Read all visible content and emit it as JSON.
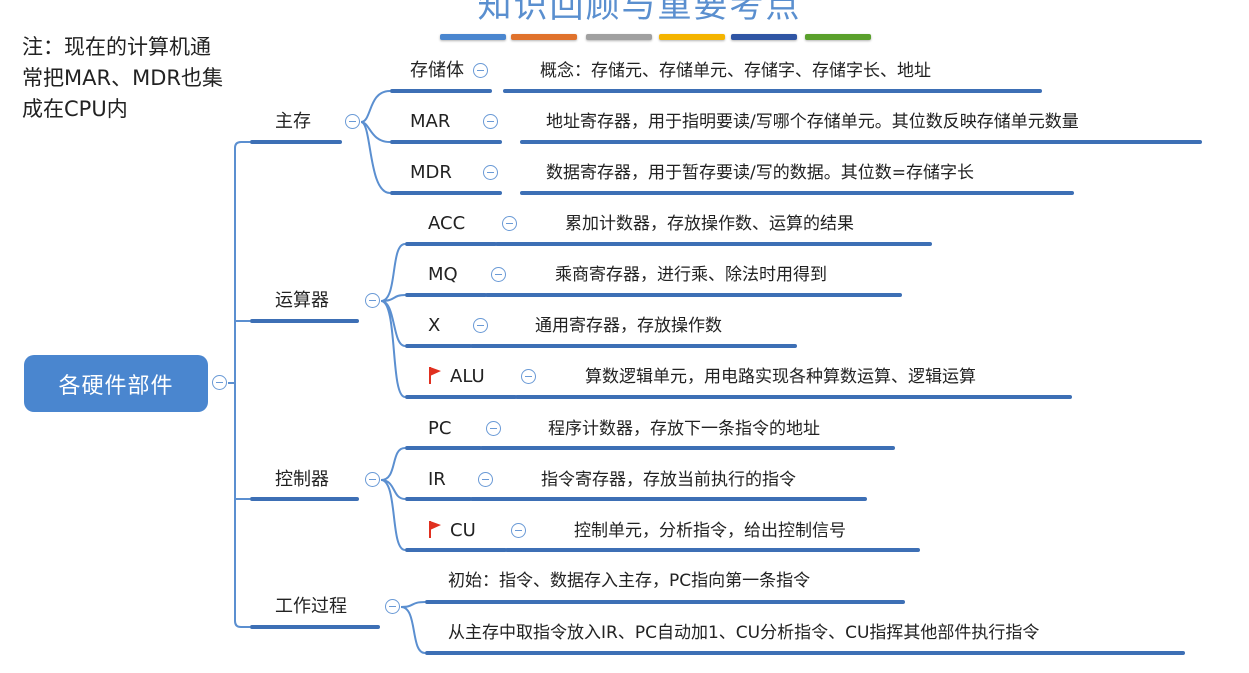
{
  "title": "知识回顾与重要考点",
  "color_bars": [
    "#4a86cf",
    "#e0722c",
    "#a0a0a0",
    "#f4b400",
    "#2f55a4",
    "#5aa02c"
  ],
  "note": [
    "注：现在的计算机通",
    "常把MAR、MDR也集",
    "成在CPU内"
  ],
  "root": {
    "label": "各硬件部件"
  },
  "branches": {
    "main_memory": {
      "label": "主存",
      "children": [
        {
          "label": "存储体",
          "desc": "概念：存储元、存储单元、存储字、存储字长、地址"
        },
        {
          "label": "MAR",
          "desc": "地址寄存器，用于指明要读/写哪个存储单元。其位数反映存储单元数量"
        },
        {
          "label": "MDR",
          "desc": "数据寄存器，用于暂存要读/写的数据。其位数=存储字长"
        }
      ]
    },
    "alu_unit": {
      "label": "运算器",
      "children": [
        {
          "label": "ACC",
          "desc": "累加计数器，存放操作数、运算的结果"
        },
        {
          "label": "MQ",
          "desc": "乘商寄存器，进行乘、除法时用得到"
        },
        {
          "label": "X",
          "desc": "通用寄存器，存放操作数"
        },
        {
          "label": "ALU",
          "desc": "算数逻辑单元，用电路实现各种算数运算、逻辑运算",
          "flagged": true
        }
      ]
    },
    "control_unit": {
      "label": "控制器",
      "children": [
        {
          "label": "PC",
          "desc": "程序计数器，存放下一条指令的地址"
        },
        {
          "label": "IR",
          "desc": "指令寄存器，存放当前执行的指令"
        },
        {
          "label": "CU",
          "desc": "控制单元，分析指令，给出控制信号",
          "flagged": true
        }
      ]
    },
    "work_process": {
      "label": "工作过程",
      "children": [
        {
          "desc": "初始：指令、数据存入主存，PC指向第一条指令"
        },
        {
          "desc": "从主存中取指令放入IR、PC自动加1、CU分析指令、CU指挥其他部件执行指令"
        }
      ]
    }
  },
  "colors": {
    "accent": "#4a86cf",
    "underline": "#3d6fb5",
    "flag": "#e03020"
  }
}
